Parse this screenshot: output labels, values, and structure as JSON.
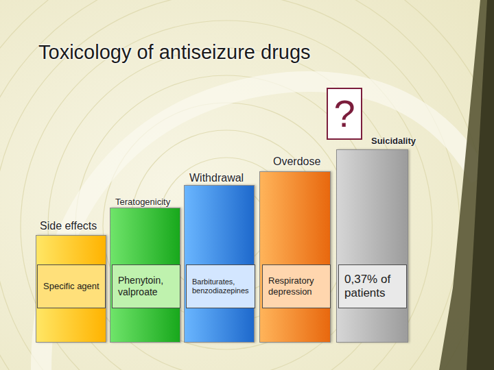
{
  "diagram": {
    "title": "Toxicology of antiseizure drugs",
    "nodes": [
      {
        "text": [
          "Side effects"
        ]
      },
      {
        "text": [
          "Specific agent"
        ],
        "in": 0
      },
      {
        "text": [
          "Teratogenicity"
        ]
      },
      {
        "text": [
          "Phenytoin, valproate"
        ],
        "in": 2
      },
      {
        "text": [
          "Withdrawal"
        ]
      },
      {
        "text": [
          "Barbiturates, benzodiazepines"
        ],
        "in": 4
      },
      {
        "text": [
          "Overdose"
        ]
      },
      {
        "text": [
          "Respiratory depression"
        ],
        "in": 6
      },
      {
        "text": [
          "Suicidality"
        ]
      },
      {
        "text": [
          "0,37% of patients"
        ],
        "in": 8
      },
      {
        "text": [
          "?"
        ]
      }
    ]
  }
}
